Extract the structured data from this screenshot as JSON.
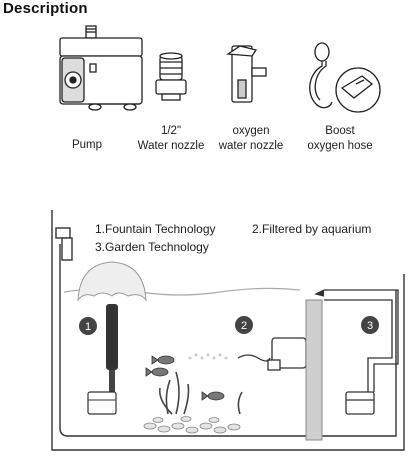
{
  "header": {
    "title": "Description"
  },
  "parts": [
    {
      "id": "pump",
      "caption": "Pump"
    },
    {
      "id": "water_nozzle",
      "caption_line1": "1/2\"",
      "caption_line2": "Water nozzle"
    },
    {
      "id": "oxygen_nozzle",
      "caption_line1": "oxygen",
      "caption_line2": "water nozzle"
    },
    {
      "id": "boost_hose",
      "caption_line1": "Boost",
      "caption_line2": "oxygen hose"
    }
  ],
  "diagram": {
    "technologies": [
      {
        "label": "1.Fountain Technology"
      },
      {
        "label": "2.Filtered by aquarium"
      },
      {
        "label": "3.Garden Technology"
      }
    ],
    "markers": [
      "1",
      "2",
      "3"
    ]
  }
}
